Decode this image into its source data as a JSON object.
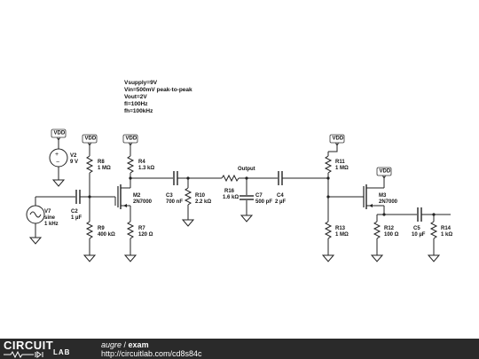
{
  "notes": [
    "Vsupply=9V",
    "Vin=500mV peak-to-peak",
    "Vout=2V",
    "fl=100Hz",
    "fh=100kHz"
  ],
  "vdd_label": "VDD",
  "output_label": "Output",
  "components": {
    "V2": {
      "name": "V2",
      "value": "9 V"
    },
    "V7": {
      "name": "V7",
      "line2": "sine",
      "line3": "1 kHz"
    },
    "C2": {
      "name": "C2",
      "value": "1 µF"
    },
    "R8": {
      "name": "R8",
      "value": "1 MΩ"
    },
    "R9": {
      "name": "R9",
      "value": "400 kΩ"
    },
    "M2": {
      "name": "M2",
      "value": "2N7000"
    },
    "R4": {
      "name": "R4",
      "value": "1.3 kΩ"
    },
    "R7": {
      "name": "R7",
      "value": "120 Ω"
    },
    "C3": {
      "name": "C3",
      "value": "700 nF"
    },
    "R10": {
      "name": "R10",
      "value": "2.2 kΩ"
    },
    "R16": {
      "name": "R16",
      "value": "1.6 kΩ"
    },
    "C7": {
      "name": "C7",
      "value": "500 pF"
    },
    "C4": {
      "name": "C4",
      "value": "2 µF"
    },
    "R11": {
      "name": "R11",
      "value": "1 MΩ"
    },
    "R13": {
      "name": "R13",
      "value": "1 MΩ"
    },
    "M3": {
      "name": "M3",
      "value": "2N7000"
    },
    "R12": {
      "name": "R12",
      "value": "100 Ω"
    },
    "C5": {
      "name": "C5",
      "value": "10 µF"
    },
    "R14": {
      "name": "R14",
      "value": "1 kΩ"
    }
  },
  "footer": {
    "logo_top": "CIRCUIT",
    "logo_bottom": "LAB",
    "author": "augre",
    "separator": " / ",
    "title": "exam",
    "url": "http://circuitlab.com/cd8s84c"
  }
}
